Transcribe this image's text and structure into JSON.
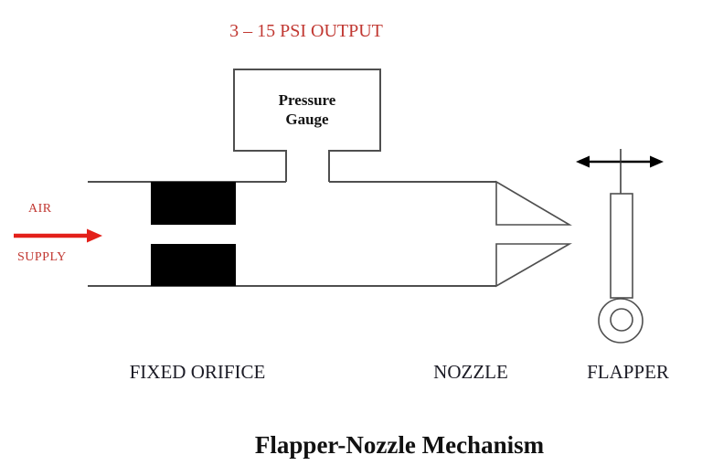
{
  "diagram": {
    "title": "Flapper-Nozzle Mechanism",
    "output_label": "3 – 15 PSI OUTPUT",
    "air_supply": {
      "line1": "AIR",
      "line2": "SUPPLY"
    },
    "pressure_gauge": {
      "line1": "Pressure",
      "line2": "Gauge"
    },
    "component_labels": {
      "fixed_orifice": "FIXED ORIFICE",
      "nozzle": "NOZZLE",
      "flapper": "FLAPPER"
    }
  },
  "icons": {
    "air_flow_arrow": "right-arrow",
    "flapper_motion_arrow": "double-headed-horizontal-arrow"
  },
  "colors": {
    "annotation_red": "#c13832",
    "arrow_red": "#e3201a",
    "line_gray": "#4f4f4f",
    "solid_black": "#000000",
    "label_black": "#1c1c26",
    "background": "#ffffff"
  }
}
